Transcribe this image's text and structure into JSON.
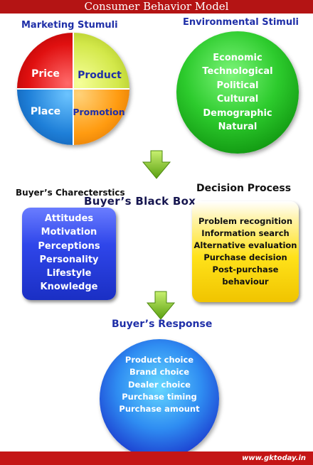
{
  "title": "Consumer Behavior Model",
  "marketing": {
    "heading": "Marketing Stumuli",
    "quadrants": [
      "Price",
      "Product",
      "Place",
      "Promotion"
    ]
  },
  "environmental": {
    "heading": "Environmental Stimuli",
    "items": [
      "Economic",
      "Technological",
      "Political",
      "Cultural",
      "Demographic",
      "Natural"
    ]
  },
  "black_box": {
    "title": "Buyer’s Black Box",
    "characteristics_heading": "Buyer’s Charecterstics",
    "characteristics": [
      "Attitudes",
      "Motivation",
      "Perceptions",
      "Personality",
      "Lifestyle",
      "Knowledge"
    ],
    "decision_heading": "Decision Process",
    "decision_steps": [
      "Problem recognition",
      "Information search",
      "Alternative evaluation",
      "Purchase decision",
      "Post-purchase",
      "behaviour"
    ]
  },
  "response": {
    "heading": "Buyer’s Response",
    "items": [
      "Product choice",
      "Brand choice",
      "Dealer choice",
      "Purchase timing",
      "Purchase amount"
    ]
  },
  "footer": {
    "url": "www.gktoday.in"
  },
  "colors": {
    "banner": "#b41414",
    "heading_blue": "#1f2fa8",
    "arrow_green": "#7cc21a"
  }
}
